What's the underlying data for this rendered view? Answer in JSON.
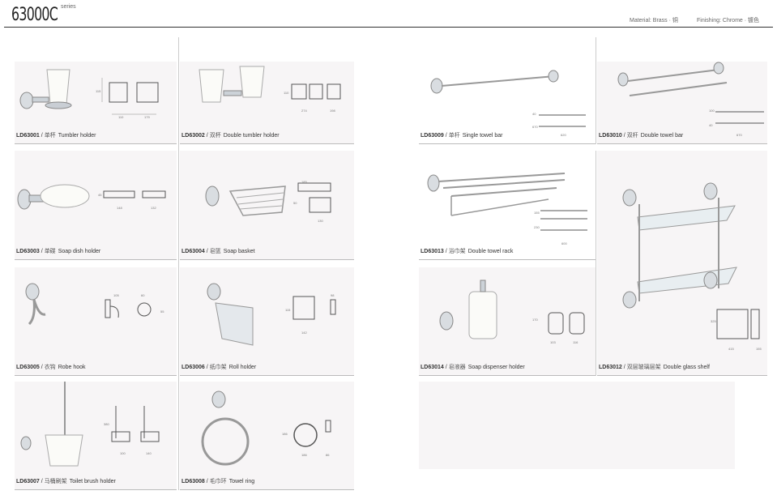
{
  "header": {
    "series_number": "63000C",
    "series_label": "series",
    "material": "Material: Brass · 铜",
    "finishing": "Finishing: Chrome · 镀色"
  },
  "products": [
    {
      "code": "LD63001",
      "zh": "单杯",
      "name": "Tumbler holder",
      "dims": [
        "115",
        "110",
        "179"
      ]
    },
    {
      "code": "LD63002",
      "zh": "双杯",
      "name": "Double tumbler holder",
      "dims": [
        "110",
        "274",
        "198"
      ]
    },
    {
      "code": "LD63009",
      "zh": "单杆",
      "name": "Single towel bar",
      "dims": [
        "40",
        "620",
        "670"
      ]
    },
    {
      "code": "LD63010",
      "zh": "双杆",
      "name": "Double towel bar",
      "dims": [
        "100",
        "40",
        "670"
      ]
    },
    {
      "code": "LD63003",
      "zh": "单碟",
      "name": "Soap dish holder",
      "dims": [
        "45",
        "148",
        "132"
      ]
    },
    {
      "code": "LD63004",
      "zh": "皂篮",
      "name": "Soap basket",
      "dims": [
        "50",
        "130",
        "185"
      ]
    },
    {
      "code": "LD63013",
      "zh": "浴巾架",
      "name": "Double towel rack",
      "dims": [
        "155",
        "230",
        "600"
      ]
    },
    {
      "code": "LD63012",
      "zh": "双层玻璃层架",
      "name": "Double glass shelf",
      "dims": [
        "325",
        "415",
        "155"
      ]
    },
    {
      "code": "LD63005",
      "zh": "衣钩",
      "name": "Robe hook",
      "dims": [
        "105",
        "60",
        "55"
      ]
    },
    {
      "code": "LD63006",
      "zh": "纸巾架",
      "name": "Roll holder",
      "dims": [
        "115",
        "142",
        "98"
      ]
    },
    {
      "code": "LD63014",
      "zh": "皂液器",
      "name": "Soap dispenser holder",
      "dims": [
        "170",
        "103",
        "116"
      ]
    },
    {
      "code": "LD63007",
      "zh": "马桶刷架",
      "name": "Toilet brush holder",
      "dims": [
        "380",
        "100",
        "140"
      ]
    },
    {
      "code": "LD63008",
      "zh": "毛巾环",
      "name": "Towel ring",
      "dims": [
        "186",
        "186",
        "86"
      ]
    }
  ]
}
